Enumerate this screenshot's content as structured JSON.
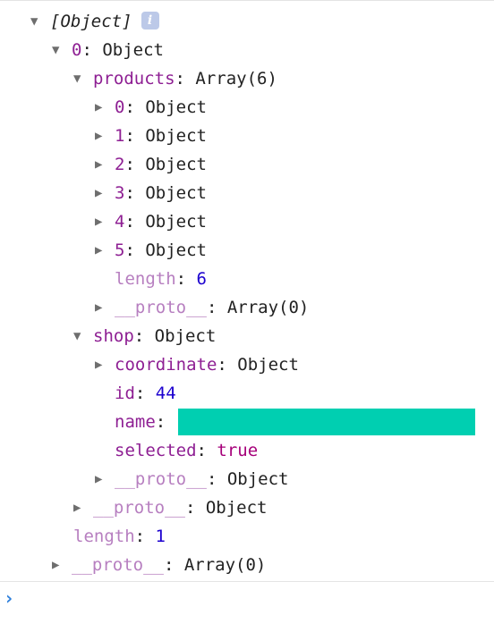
{
  "tree": {
    "root_label": "[Object]",
    "info_icon": "i",
    "item0_key": "0",
    "item0_type": "Object",
    "products_key": "products",
    "products_type": "Array(6)",
    "products_items": [
      {
        "key": "0",
        "type": "Object"
      },
      {
        "key": "1",
        "type": "Object"
      },
      {
        "key": "2",
        "type": "Object"
      },
      {
        "key": "3",
        "type": "Object"
      },
      {
        "key": "4",
        "type": "Object"
      },
      {
        "key": "5",
        "type": "Object"
      }
    ],
    "products_length_key": "length",
    "products_length_value": "6",
    "products_proto_key": "__proto__",
    "products_proto_value": "Array(0)",
    "shop_key": "shop",
    "shop_type": "Object",
    "coordinate_key": "coordinate",
    "coordinate_type": "Object",
    "id_key": "id",
    "id_value": "44",
    "name_key": "name",
    "selected_key": "selected",
    "selected_value": "true",
    "shop_proto_key": "__proto__",
    "shop_proto_value": "Object",
    "item0_proto_key": "__proto__",
    "item0_proto_value": "Object",
    "root_length_key": "length",
    "root_length_value": "1",
    "root_proto_key": "__proto__",
    "root_proto_value": "Array(0)"
  },
  "colors": {
    "key": "#8e1f93",
    "dim_key": "#b77fc0",
    "number": "#1c00cf",
    "boolean": "#a6007a",
    "redaction": "#00cfb1",
    "prompt": "#2a7ddb"
  },
  "icons": {
    "expanded": "triangle-down-icon",
    "collapsed": "triangle-right-icon",
    "prompt": "chevron-right-icon"
  },
  "prompt_symbol": "›"
}
